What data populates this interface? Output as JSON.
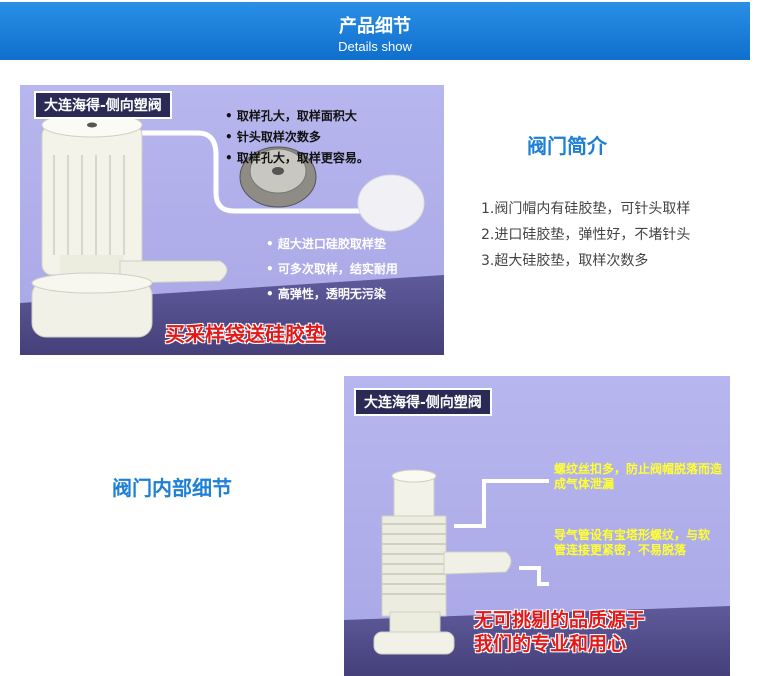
{
  "banner": {
    "title": "产品细节",
    "subtitle": "Details show"
  },
  "panel1": {
    "label": "大连海得-侧向塑阀",
    "top_bullets": [
      "取样孔大，取样面积大",
      "针头取样次数多",
      "取样孔大，取样更容易。"
    ],
    "bottom_bullets": [
      "超大进口硅胶取样垫",
      "可多次取样，结实耐用",
      "高弹性，透明无污染"
    ],
    "promo": "买采样袋送硅胶垫"
  },
  "intro": {
    "heading": "阀门简介",
    "items": [
      "1.阀门帽内有硅胶垫，可针头取样",
      "2.进口硅胶垫，弹性好，不堵针头",
      "3.超大硅胶垫，取样次数多"
    ]
  },
  "detail": {
    "heading": "阀门内部细节"
  },
  "panel2": {
    "label": "大连海得-侧向塑阀",
    "note_a": "螺纹丝扣多，防止阀帽脱落而造成气体泄漏",
    "note_b": "导气管设有宝塔形螺纹，与软管连接更紧密，不易脱落",
    "promo_line1": "无可挑剔的品质源于",
    "promo_line2": "我们的专业和用心"
  }
}
